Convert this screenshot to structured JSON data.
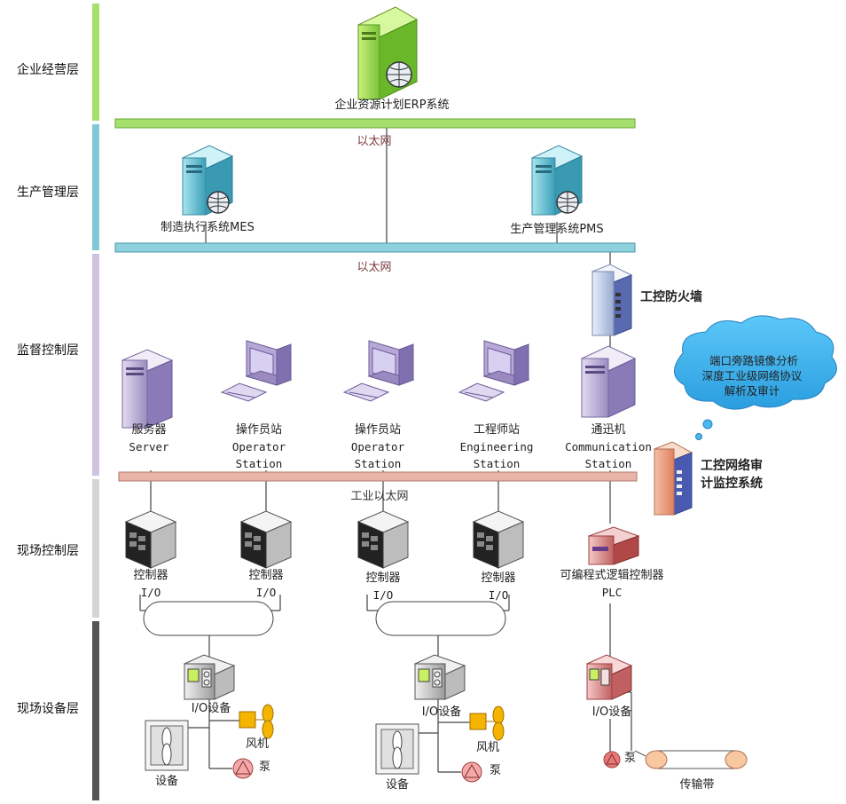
{
  "layers": [
    {
      "label": "企业经营层",
      "color": "#a6e06c"
    },
    {
      "label": "生产管理层",
      "color": "#7ec8d8"
    },
    {
      "label": "监督控制层",
      "color": "#cfc3e0"
    },
    {
      "label": "现场控制层",
      "color": "#d4d4d4"
    },
    {
      "label": "现场设备层",
      "color": "#555555"
    }
  ],
  "networks": {
    "erp_net": "以太网",
    "mgmt_net": "以太网",
    "industrial_net": "工业以太网"
  },
  "nodes": {
    "erp": "企业资源计划ERP系统",
    "mes": "制造执行系统MES",
    "pms": "生产管理系统PMS",
    "firewall": "工控防火墙",
    "audit_line1": "工控网络审",
    "audit_line2": "计监控系统",
    "server_cn": "服务器",
    "server_en": "Server",
    "op1_cn": "操作员站",
    "op1_en1": "Operator",
    "op1_en2": "Station",
    "op2_cn": "操作员站",
    "op2_en1": "Operator",
    "op2_en2": "Station",
    "eng_cn": "工程师站",
    "eng_en1": "Engineering",
    "eng_en2": "Station",
    "comm_cn": "通迅机",
    "comm_en1": "Communication",
    "comm_en2": "Station",
    "ctrl1": "控制器",
    "ctrl2": "控制器",
    "ctrl3": "控制器",
    "ctrl4": "控制器",
    "io1": "I/O",
    "io2": "I/O",
    "io3": "I/O",
    "io4": "I/O",
    "plc_cn": "可编程式逻辑控制器",
    "plc_en": "PLC",
    "iodev1": "I/O设备",
    "iodev2": "I/O设备",
    "iodev3": "I/O设备",
    "fan1": "风机",
    "fan2": "风机",
    "pump1": "泵",
    "pump2": "泵",
    "pump3": "泵",
    "equip1": "设备",
    "equip2": "设备",
    "conveyor": "传输带"
  },
  "cloud": {
    "line1": "端口旁路镜像分析",
    "line2": "深度工业级网络协议",
    "line3": "解析及审计"
  },
  "colors": {
    "erp_bus": "#a6e06c",
    "mgmt_bus": "#8ed0dc",
    "ind_bus": "#e8b4a8",
    "cloud": "#4ab8f0"
  }
}
